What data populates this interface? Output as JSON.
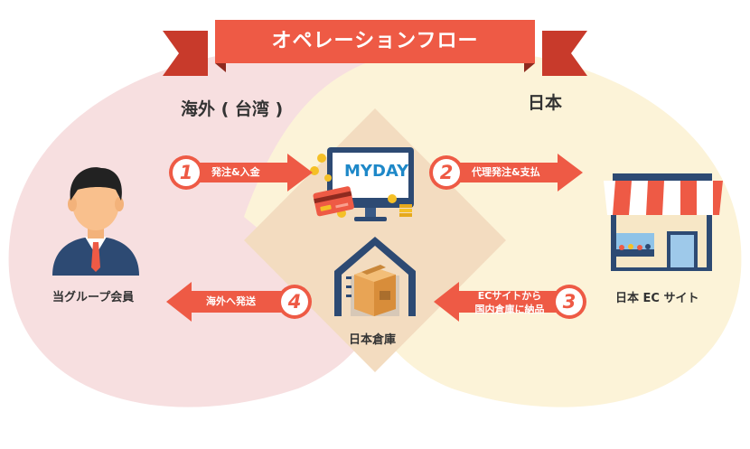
{
  "banner": {
    "title": "オペレーションフロー"
  },
  "regions": {
    "overseas": "海外 ( 台湾 )",
    "japan": "日本"
  },
  "nodes": {
    "member": "当グループ会員",
    "ec_site": "日本 EC サイト",
    "warehouse": "日本倉庫",
    "myday_logo": "MYDAY"
  },
  "steps": [
    {
      "number": "1",
      "label": "発注&入金"
    },
    {
      "number": "2",
      "label": "代理発注&支払"
    },
    {
      "number": "3",
      "label_line1": "ECサイトから",
      "label_line2": "国内倉庫に納品"
    },
    {
      "number": "4",
      "label": "海外へ発送"
    }
  ],
  "colors": {
    "accent": "#ee5a45",
    "pink_region": "#f7dfe0",
    "yellow_region": "#fcf3d8",
    "overlap": "#f3dcc0",
    "navy": "#2d4a73"
  }
}
